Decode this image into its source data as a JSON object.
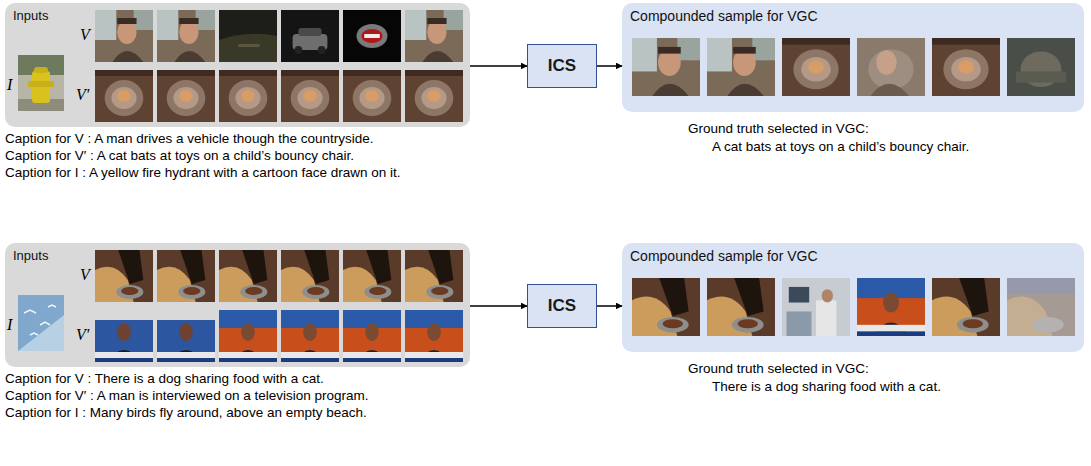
{
  "diagram": {
    "nodes": [
      {
        "text": [
          "Inputs"
        ]
      },
      {
        "text": [
          "ICS"
        ]
      },
      {
        "text": [
          "Compounded sample for VGC"
        ]
      },
      {
        "text": [
          "Inputs"
        ]
      },
      {
        "text": [
          "ICS"
        ]
      },
      {
        "text": [
          "Compounded sample for VGC"
        ]
      }
    ],
    "edges": [
      {
        "from": 0,
        "to": 1,
        "arrow": "to"
      },
      {
        "from": 1,
        "to": 2,
        "arrow": "to"
      },
      {
        "from": 3,
        "to": 4,
        "arrow": "to"
      },
      {
        "from": 4,
        "to": 5,
        "arrow": "to"
      }
    ],
    "labels": [
      "V",
      "V′",
      "I",
      "Caption for V : A man drives a vehicle though the countryside.",
      "Caption for V′ : A cat bats at toys on a child’s bouncy chair.",
      "Caption for I : A yellow fire hydrant with a cartoon face drawn on it.",
      "Ground truth selected in VGC:",
      "A cat bats at toys on a child’s bouncy chair.",
      "V",
      "V′",
      "I",
      "Caption for V : There is a dog sharing food with a cat.",
      "Caption for V′ : A man is interviewed on a television program.",
      "Caption for I : Many birds fly around, above an empty beach.",
      "Ground truth selected in VGC:",
      "There is a dog sharing food with a cat."
    ]
  }
}
